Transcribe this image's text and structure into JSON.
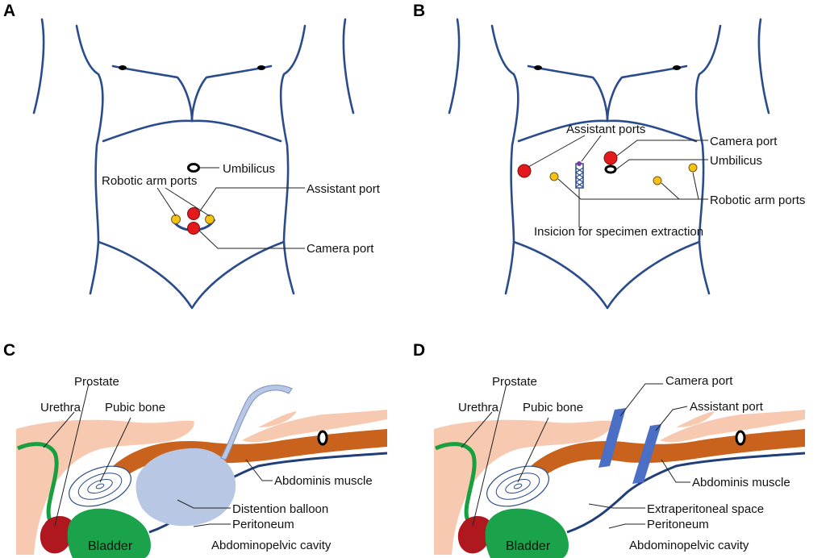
{
  "panels": {
    "a": {
      "letter": "A",
      "labels": {
        "umbilicus": "Umbilicus",
        "robotic_arm_ports": "Robotic arm ports",
        "assistant_port": "Assistant port",
        "camera_port": "Camera port"
      }
    },
    "b": {
      "letter": "B",
      "labels": {
        "assistant_ports": "Assistant ports",
        "camera_port": "Camera port",
        "umbilicus": "Umbilicus",
        "robotic_arm_ports": "Robotic arm ports",
        "incision": "Insicion for specimen extraction"
      }
    },
    "c": {
      "letter": "C",
      "labels": {
        "prostate": "Prostate",
        "urethra": "Urethra",
        "pubic_bone": "Pubic bone",
        "abdominis_muscle": "Abdominis muscle",
        "distention_balloon": "Distention balloon",
        "peritoneum": "Peritoneum",
        "bladder": "Bladder",
        "abdominopelvic_cavity": "Abdominopelvic cavity"
      }
    },
    "d": {
      "letter": "D",
      "labels": {
        "prostate": "Prostate",
        "urethra": "Urethra",
        "pubic_bone": "Pubic bone",
        "camera_port": "Camera port",
        "assistant_port": "Assistant port",
        "abdominis_muscle": "Abdominis muscle",
        "extraperitoneal_space": "Extraperitoneal space",
        "peritoneum": "Peritoneum",
        "bladder": "Bladder",
        "abdominopelvic_cavity": "Abdominopelvic cavity"
      }
    }
  },
  "colors": {
    "torso_outline": "#2b4c8c",
    "port_red": "#e3191c",
    "port_yellow": "#f5c317",
    "skin": "#f7c9b0",
    "muscle": "#c8621c",
    "peritoneum": "#1f3e7a",
    "bladder": "#1aa34a",
    "prostate": "#b01820",
    "urethra": "#18a040",
    "balloon": "#b8c8e4",
    "trocar": "#4a6fc4"
  }
}
